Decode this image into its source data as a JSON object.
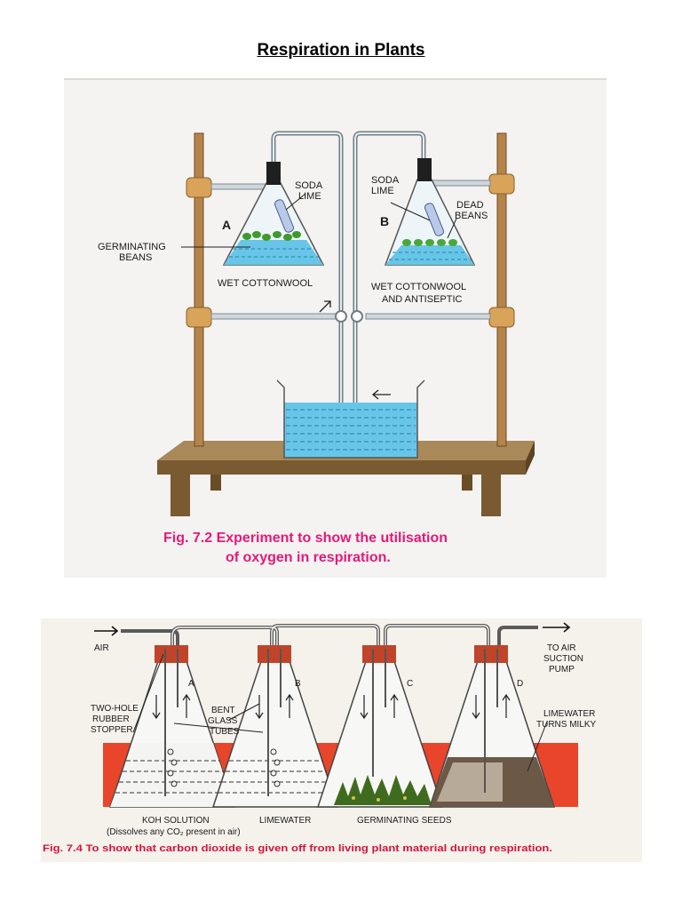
{
  "title": "Respiration in Plants",
  "figure1": {
    "flask_a": "A",
    "flask_b": "B",
    "soda_lime_a": [
      "SODA",
      "LIME"
    ],
    "soda_lime_b": [
      "SODA",
      "LIME"
    ],
    "germinating_beans": [
      "GERMINATING",
      "BEANS"
    ],
    "dead_beans": [
      "DEAD",
      "BEANS"
    ],
    "wet_cottonwool": "WET COTTONWOOL",
    "wet_cottonwool_antiseptic": [
      "WET COTTONWOOL",
      "AND ANTISEPTIC"
    ],
    "caption_line1": "Fig. 7.2  Experiment to show the utilisation",
    "caption_line2": "of oxygen in respiration."
  },
  "figure2": {
    "air": "AIR",
    "flask_labels": [
      "A",
      "B",
      "C",
      "D"
    ],
    "to_air_suction_pump": [
      "TO AIR",
      "SUCTION",
      "PUMP"
    ],
    "two_hole_rubber_stopper": [
      "TWO-HOLE",
      "RUBBER",
      "STOPPER"
    ],
    "bent_glass_tubes": [
      "BENT",
      "GLASS",
      "TUBES"
    ],
    "limewater_turns_milky": [
      "LIMEWATER",
      "TURNS MILKY"
    ],
    "koh_solution": "KOH SOLUTION",
    "koh_note": "(Dissolves any CO₂ present in air)",
    "limewater": "LIMEWATER",
    "germinating_seeds": "GERMINATING SEEDS",
    "caption": "Fig. 7.4 To show that carbon dioxide is given off from living plant material during respiration."
  },
  "colors": {
    "water": "#67c6e8",
    "wood": "#8b6a3e",
    "clamp": "#d9a45a",
    "caption1": "#e6197a",
    "caption2": "#d4143c",
    "band": "#e8452a",
    "stopper": "#c0442a"
  }
}
